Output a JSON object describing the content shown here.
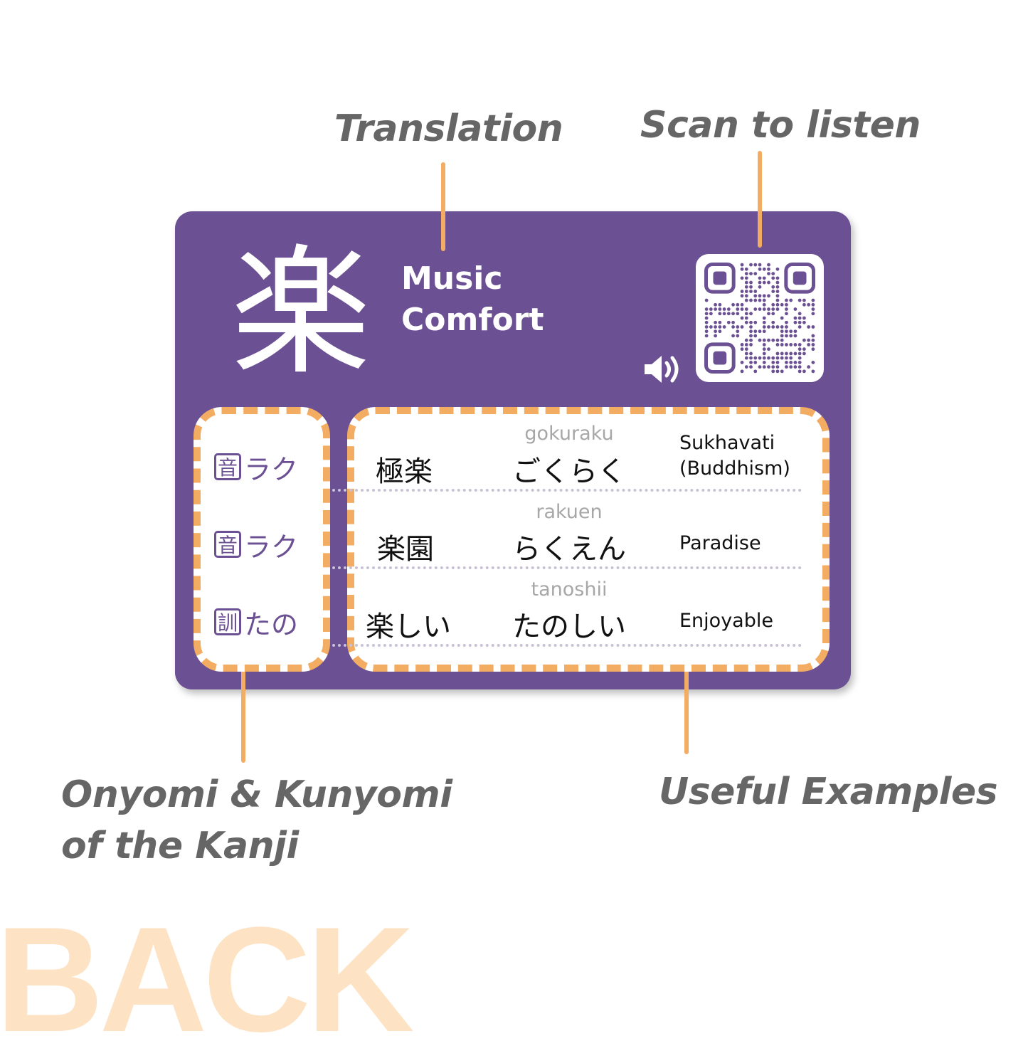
{
  "callouts": {
    "translation": "Translation",
    "scan": "Scan to listen",
    "readings_line1": "Onyomi & Kunyomi",
    "readings_line2": "of the Kanji",
    "examples": "Useful Examples"
  },
  "card": {
    "kanji": "楽",
    "meanings": [
      "Music",
      "Comfort"
    ],
    "speaker_icon": "speaker-icon",
    "qr_icon": "qr-code"
  },
  "readings": [
    {
      "tag": "音",
      "kana": "ラク"
    },
    {
      "tag": "音",
      "kana": "ラク"
    },
    {
      "tag": "訓",
      "kana": "たの"
    }
  ],
  "examples": [
    {
      "word": "極楽",
      "romaji": "gokuraku",
      "kana": "ごくらく",
      "english": [
        "Sukhavati",
        "(Buddhism)"
      ]
    },
    {
      "word": "楽園",
      "romaji": "rakuen",
      "kana": "らくえん",
      "english": [
        "Paradise"
      ]
    },
    {
      "word": "楽しい",
      "romaji": "tanoshii",
      "kana": "たのしい",
      "english": [
        "Enjoyable"
      ]
    }
  ],
  "footer": {
    "side_label": "BACK"
  },
  "colors": {
    "card": "#6b5193",
    "accent": "#f3ad62",
    "callout_text": "#666666",
    "back_text": "#fde3c4"
  }
}
